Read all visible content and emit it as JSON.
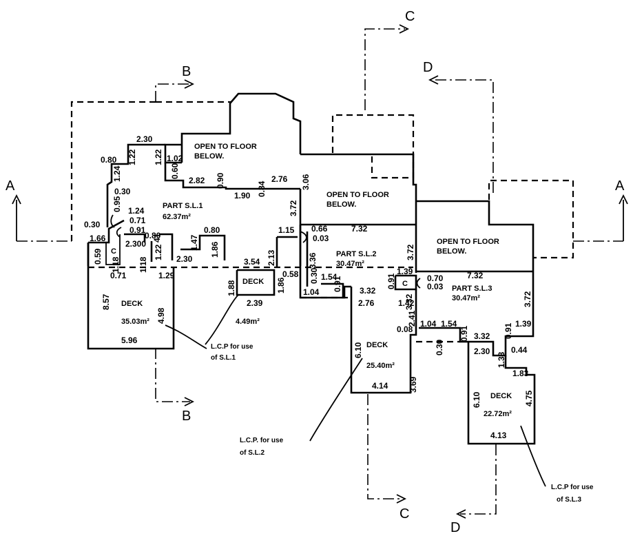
{
  "sections": {
    "a": "A",
    "b": "B",
    "c": "C",
    "d": "D"
  },
  "rooms": {
    "open1_l1": "OPEN TO FLOOR",
    "open1_l2": "BELOW.",
    "open2_l1": "OPEN TO FLOOR",
    "open2_l2": "BELOW.",
    "open3_l1": "OPEN TO FLOOR",
    "open3_l2": "BELOW.",
    "part1_name": "PART S.L.1",
    "part1_area": "62.37m²",
    "part2_name": "PART S.L.2",
    "part2_area": "30.47m²",
    "part3_name": "PART S.L.3",
    "part3_area": "30.47m²",
    "deck1_name": "DECK",
    "deck1_area": "35.03m²",
    "deck_small_name": "DECK",
    "deck_small_area": "4.49m²",
    "deck2_name": "DECK",
    "deck2_area": "25.40m²",
    "deck3_name": "DECK",
    "deck3_area": "22.72m²",
    "c1": "C",
    "c2": "C"
  },
  "notes": {
    "lcp1_l1": "L.C.P for use",
    "lcp1_l2": "of S.L.1",
    "lcp2_l1": "L.C.P. for use",
    "lcp2_l2": "of S.L.2",
    "lcp3_l1": "L.C.P for use",
    "lcp3_l2": "of S.L.3"
  },
  "dims": {
    "d230a": "2.30",
    "d080a": "0.80",
    "d122a": "1.22",
    "d122b": "1.22",
    "d102": "1.02",
    "d124a": "1.24",
    "d060": "0.60",
    "d282": "2.82",
    "d090": "0.90",
    "d190": "1.90",
    "d084": "0.84",
    "d276a": "2.76",
    "d030a": "0.30",
    "d095": "0.95",
    "d124b": "1.24",
    "d071a": "0.71",
    "d030b": "0.30",
    "d091a": "0.91",
    "d080b": "0.80",
    "d080c": "0.80",
    "d166": "1.66",
    "d2300": "2.300",
    "d041": "41",
    "d122c": "1.22",
    "d230b": "2.30",
    "d147": "1.47",
    "d186a": "1.86",
    "d059": "0.59",
    "d118a": "1.18",
    "d118b": "1.18",
    "d071b": "0.71",
    "d129": "1.29",
    "d354": "3.54",
    "d213": "2.13",
    "d115": "1.15",
    "d372a": "3.72",
    "d306": "3.06",
    "d188": "1.88",
    "d186b": "1.86",
    "d058": "0.58",
    "d239": "2.39",
    "d857": "8.57",
    "d498": "4.98",
    "d596": "5.96",
    "d066": "0.66",
    "d003a": "0.03",
    "d732a": "7.32",
    "d336": "3.36",
    "d030c": "0.30",
    "d154a": "1.54",
    "d091b": "0.91",
    "d104a": "1.04",
    "d332a": "3.32",
    "d091c": "0.91",
    "d139a": "1.39",
    "d372b": "3.72",
    "d070": "0.70",
    "d003b": "0.03",
    "d732b": "7.32",
    "d276b": "2.76",
    "d142": "1.42",
    "d332b": "3.32",
    "d241": "2.41",
    "d008": "0.08",
    "d372c": "3.72",
    "d610a": "6.10",
    "d369": "3.69",
    "d414": "4.14",
    "d104b": "1.04",
    "d154b": "1.54",
    "d030d": "0.30",
    "d091d": "0.91",
    "d332c": "3.32",
    "d091e": "0.91",
    "d139b": "1.39",
    "d230c": "2.30",
    "d133": "1.33",
    "d044": "0.44",
    "d183": "1.83",
    "d610b": "6.10",
    "d475": "4.75",
    "d413": "4.13"
  }
}
